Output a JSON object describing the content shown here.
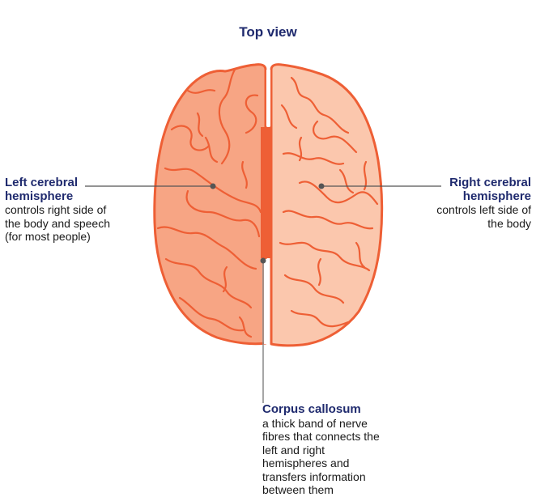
{
  "title": "Top view",
  "colors": {
    "title": "#1f2a6e",
    "left_hemisphere": "#f7a584",
    "right_hemisphere": "#fbc7ad",
    "outline": "#ee5f35",
    "corpus_callosum": "#ee5f35",
    "leader_line": "#555555"
  },
  "labels": {
    "left": {
      "heading": "Left cerebral hemisphere",
      "description": "controls right side of the body and speech (for most people)"
    },
    "right": {
      "heading": "Right cerebral hemisphere",
      "description": "controls left side of the body"
    },
    "corpus_callosum": {
      "heading": "Corpus callosum",
      "description": "a thick band of nerve fibres that connects the left and right hemispheres and transfers information between them"
    }
  }
}
